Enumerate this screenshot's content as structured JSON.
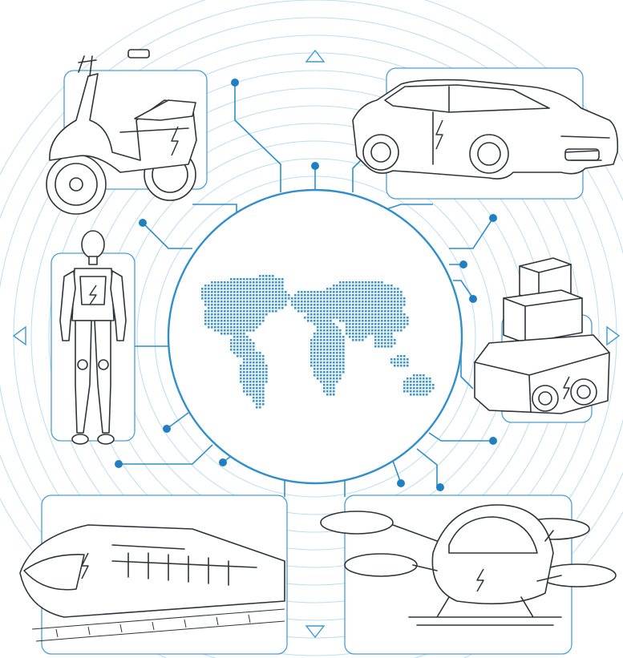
{
  "colors": {
    "accent": "#2e8fcc",
    "node": "#1f7fc0",
    "ring": "#b9ddf2",
    "map_dot": "#3a96d4",
    "line_art": "#2f3438"
  },
  "hub": {
    "icon": "world-map-dotted"
  },
  "devices": [
    {
      "id": "electric-scooter",
      "icon": "scooter-icon"
    },
    {
      "id": "electric-car",
      "icon": "car-icon"
    },
    {
      "id": "humanoid-robot",
      "icon": "robot-icon"
    },
    {
      "id": "delivery-robot",
      "icon": "delivery-robot-icon"
    },
    {
      "id": "high-speed-train",
      "icon": "train-icon"
    },
    {
      "id": "passenger-drone",
      "icon": "drone-icon"
    }
  ],
  "direction_arrows": [
    "up",
    "right",
    "down",
    "left"
  ]
}
